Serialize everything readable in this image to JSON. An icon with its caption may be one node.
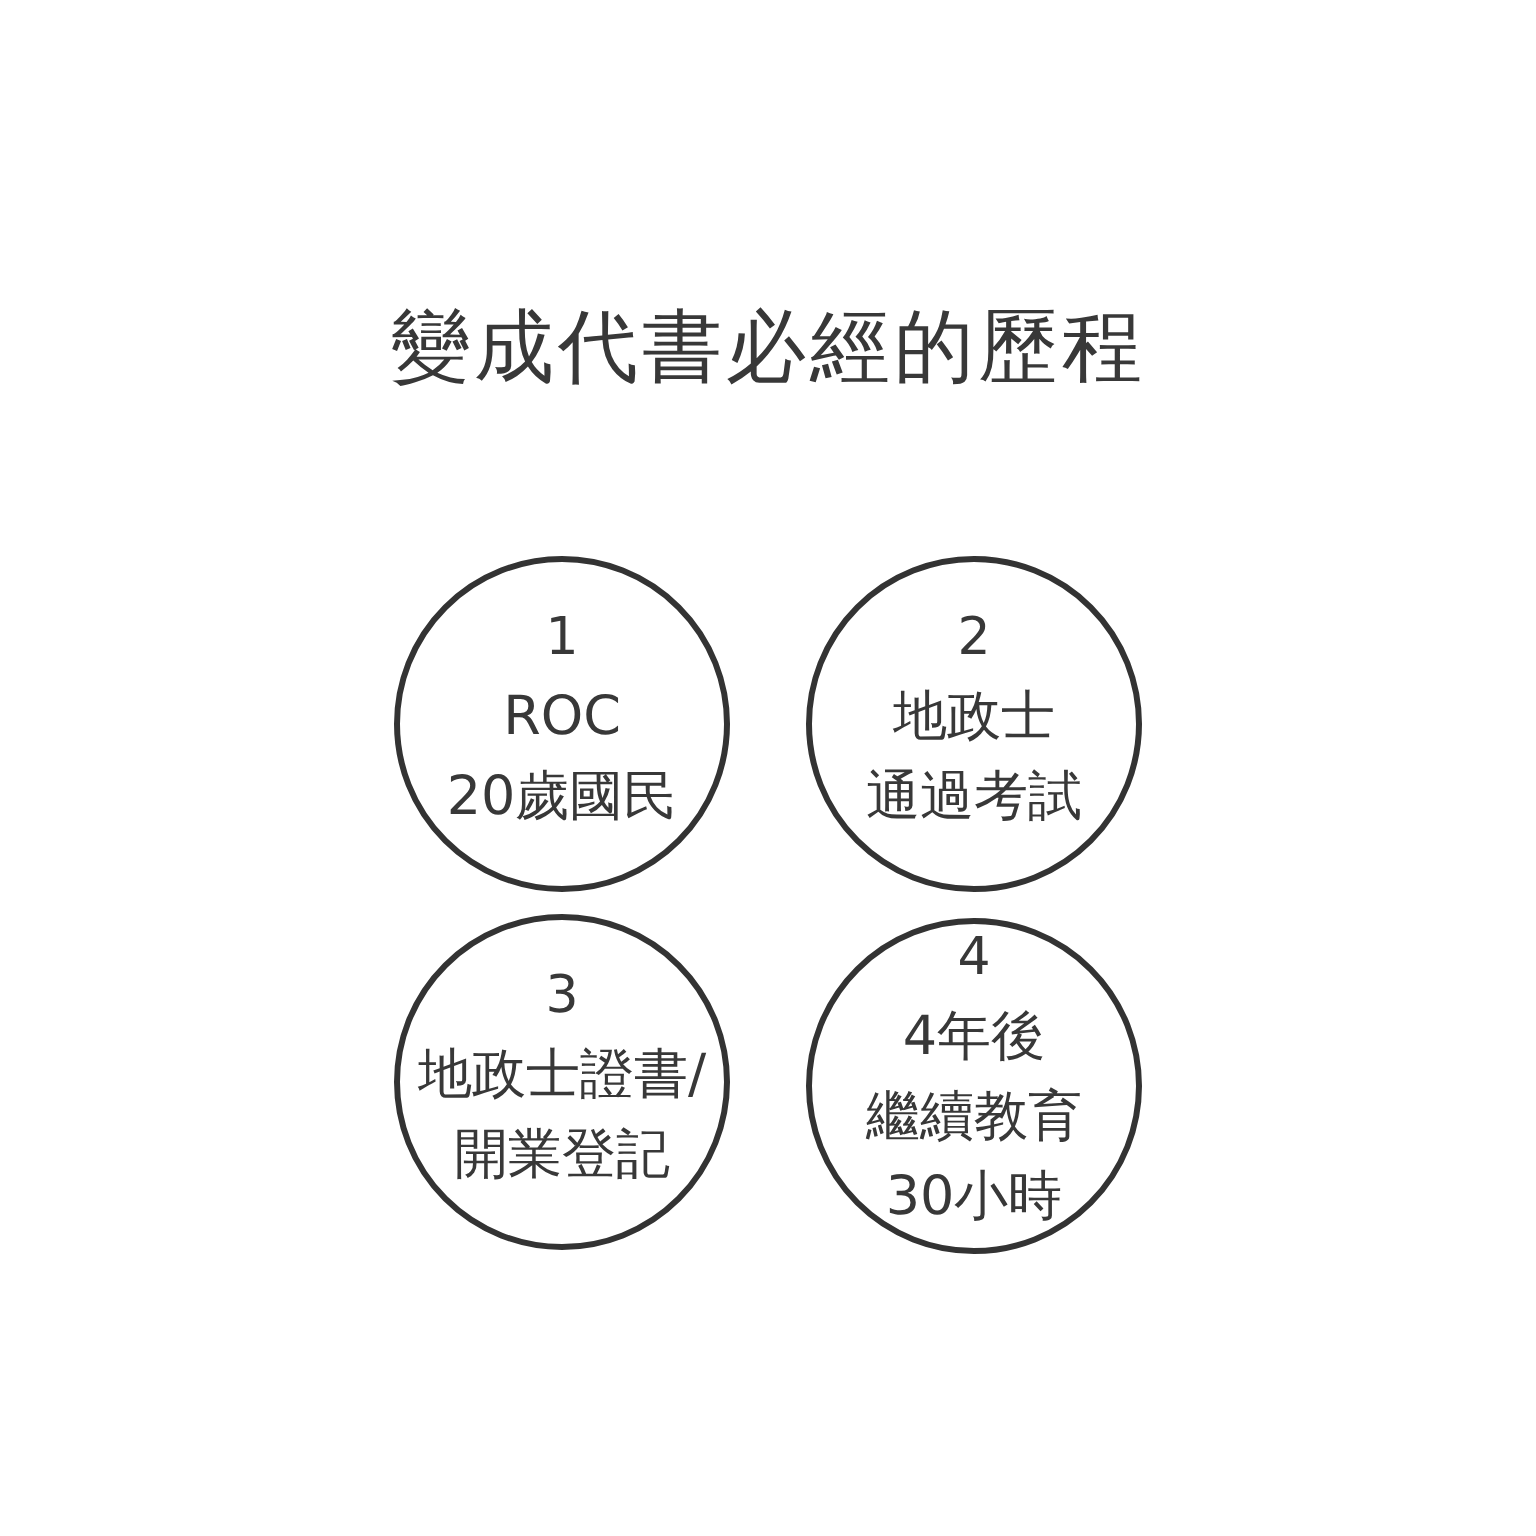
{
  "diagram": {
    "title": "變成代書必經的歷程",
    "nodes": [
      {
        "text": [
          "1",
          "ROC",
          "20歲國民"
        ]
      },
      {
        "text": [
          "2",
          "地政士",
          "通過考試"
        ]
      },
      {
        "text": [
          "3",
          "地政士證書/",
          "開業登記"
        ]
      },
      {
        "text": [
          "4",
          "4年後",
          "繼續教育",
          "30小時"
        ]
      }
    ]
  }
}
